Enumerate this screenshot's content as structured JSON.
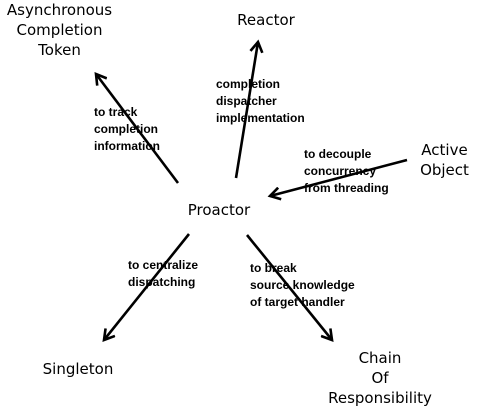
{
  "diagram": {
    "nodes": {
      "act": "Asynchronous\nCompletion\nToken",
      "reactor": "Reactor",
      "active_object": "Active\nObject",
      "proactor": "Proactor",
      "singleton": "Singleton",
      "chain": "Chain\nOf\nResponsibility"
    },
    "edges": {
      "act": "to track\ncompletion\ninformation",
      "reactor": "completion\ndispatcher\nimplementation",
      "active_object": "to decouple\nconcurrency\nfrom threading",
      "singleton": "to centralize\ndispatching",
      "chain": "to break\nsource knowledge\nof target handler"
    },
    "colors": {
      "ink": "#000000",
      "background": "#ffffff"
    }
  }
}
